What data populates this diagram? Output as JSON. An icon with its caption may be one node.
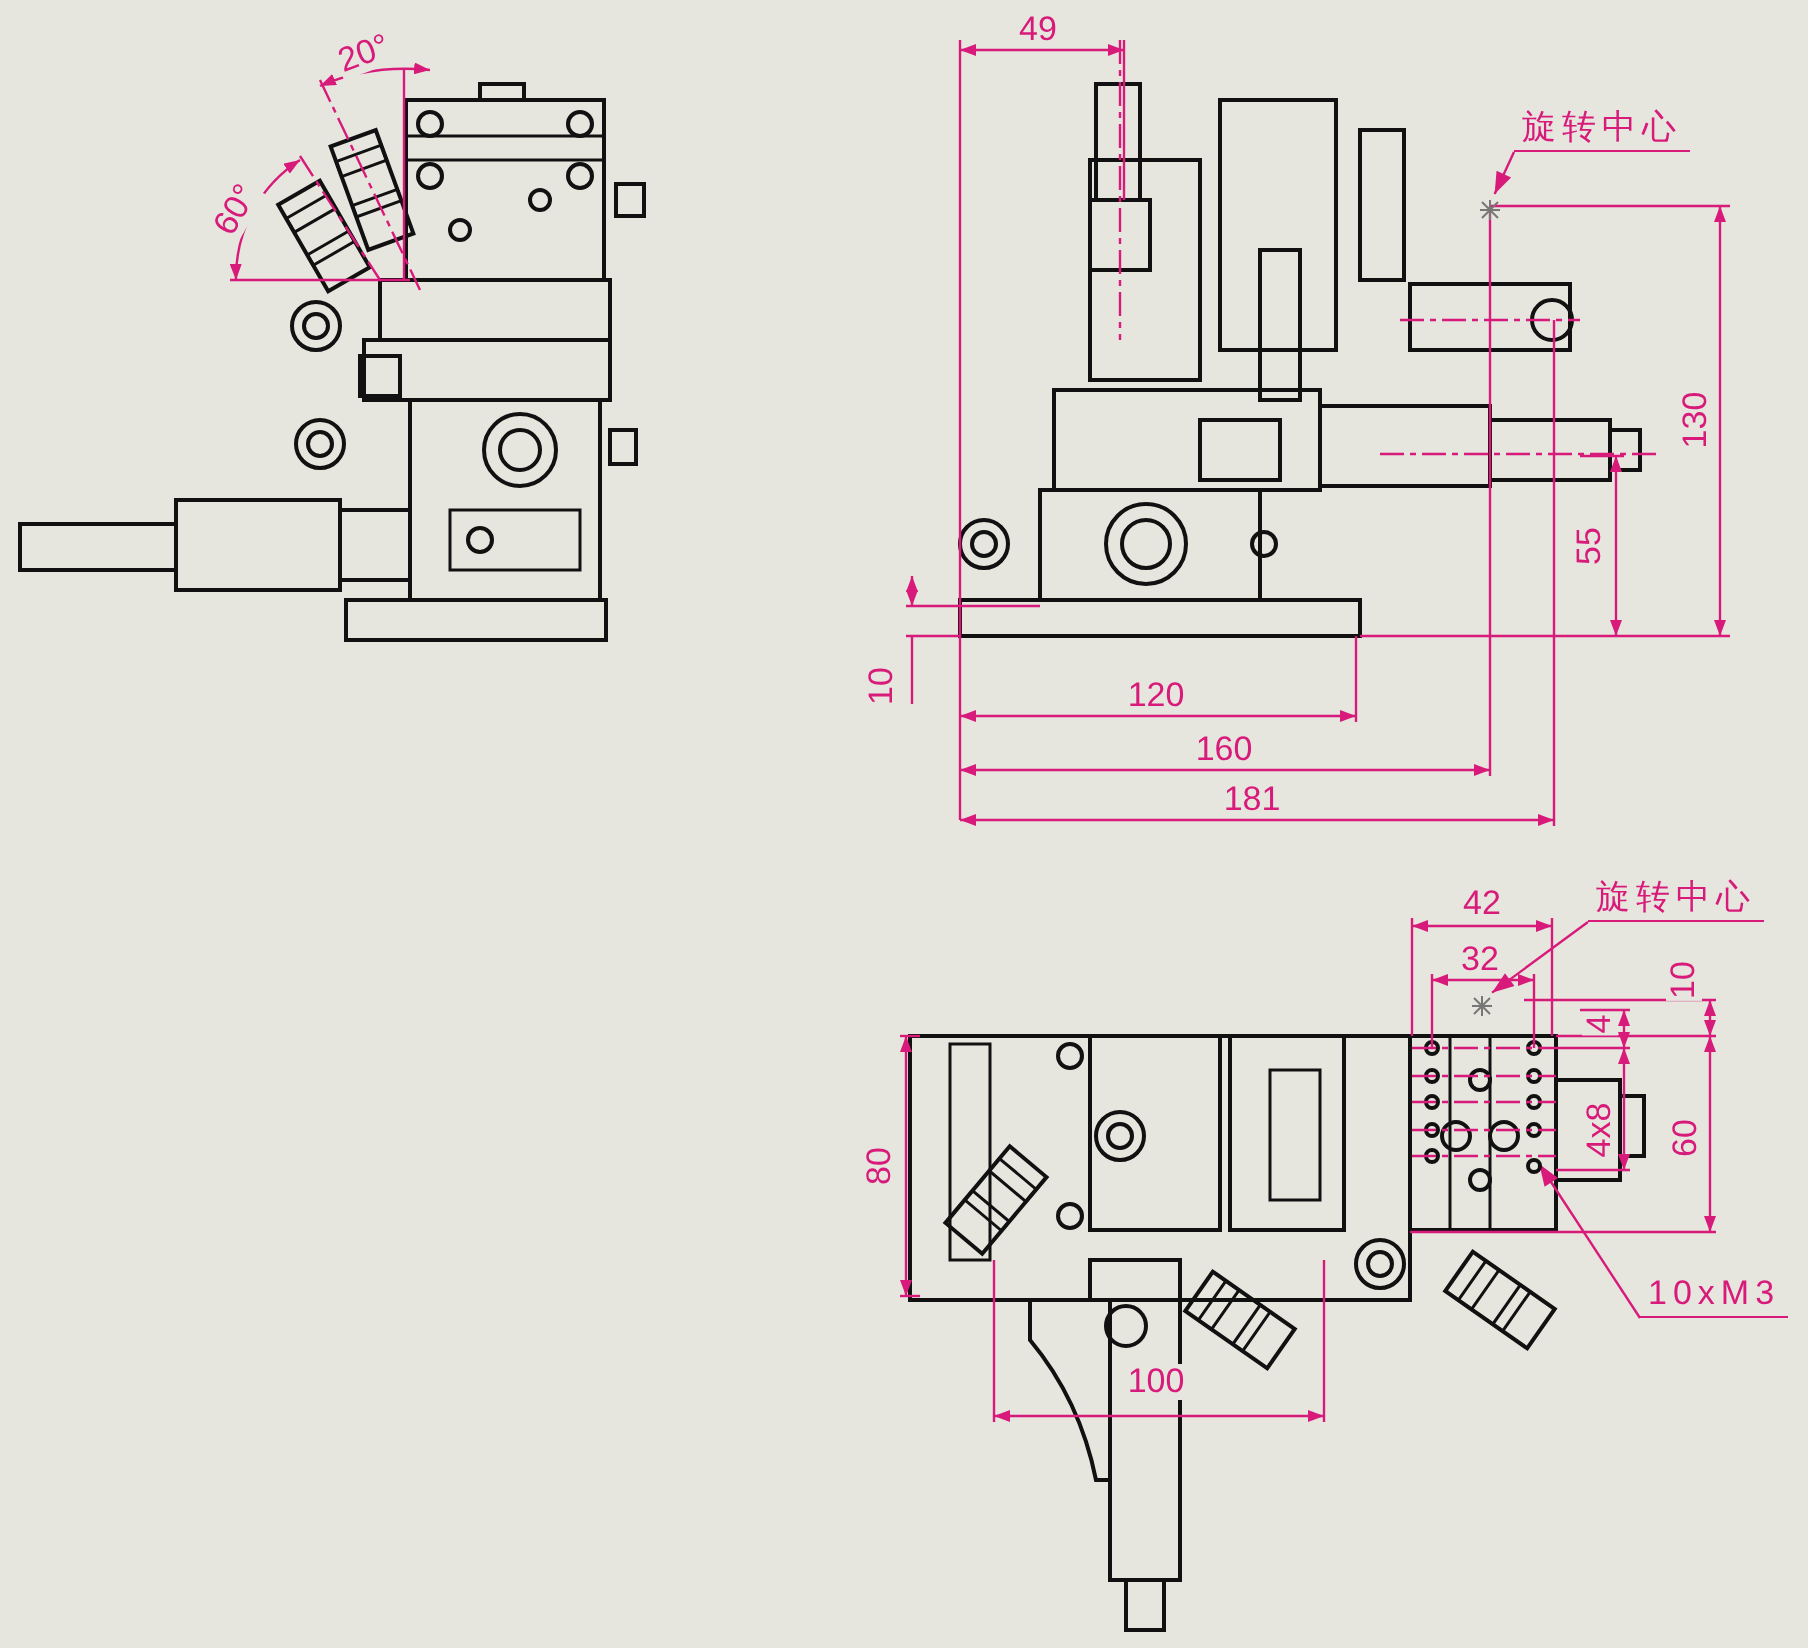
{
  "diagram": {
    "nodes": [
      {
        "text": [
          "旋转中心"
        ]
      },
      {
        "text": [],
        "shape": "cross"
      },
      {
        "text": [
          "旋转中心"
        ]
      },
      {
        "text": [],
        "shape": "cross"
      },
      {
        "text": [
          "10xM3"
        ]
      },
      {
        "text": [],
        "shape": "circle"
      }
    ],
    "edges": [
      {
        "from": 0,
        "to": 1,
        "arrow": "to"
      },
      {
        "from": 2,
        "to": 3,
        "arrow": "to"
      },
      {
        "from": 4,
        "to": 5,
        "arrow": "to"
      }
    ],
    "labels": [
      "20°",
      "60°",
      "49",
      "130",
      "55",
      "10",
      "120",
      "160",
      "181",
      "42",
      "32",
      "10",
      "4",
      "4x8",
      "60",
      "80",
      "100"
    ]
  }
}
